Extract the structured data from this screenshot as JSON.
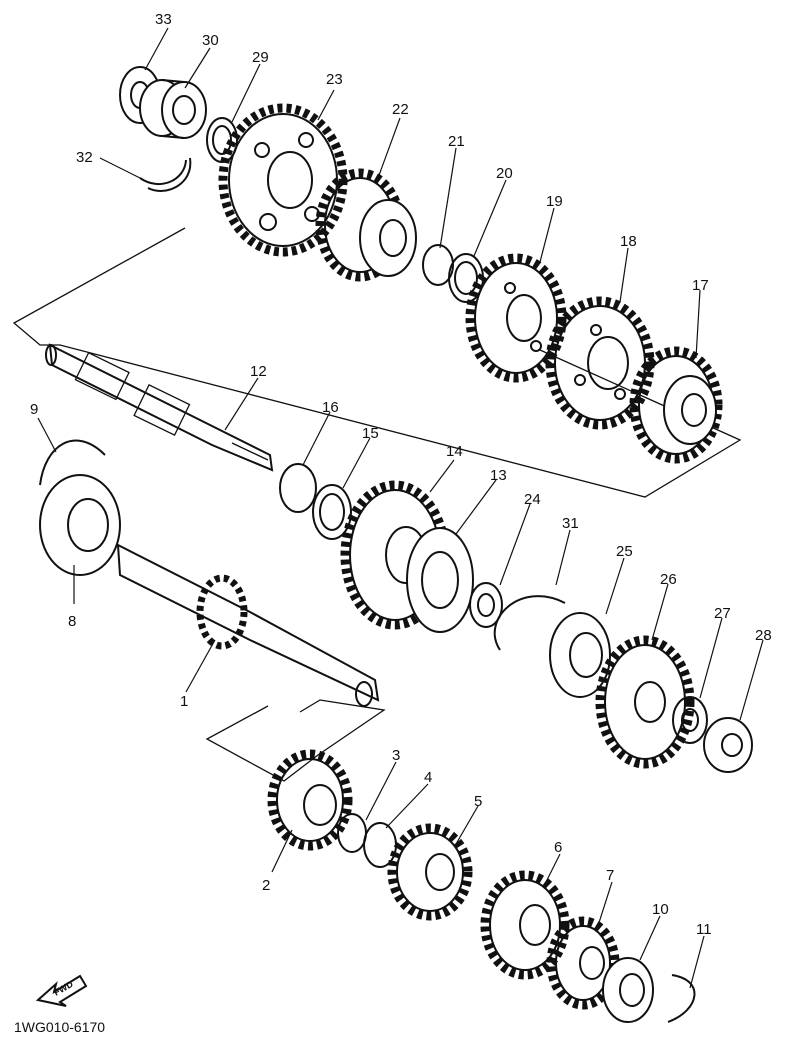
{
  "diagram": {
    "drawing_code": "1WG010-6170",
    "fwd_label": "FWD",
    "callouts": {
      "c1": "1",
      "c2": "2",
      "c3": "3",
      "c4": "4",
      "c5": "5",
      "c6": "6",
      "c7": "7",
      "c8": "8",
      "c9": "9",
      "c10": "10",
      "c11": "11",
      "c12": "12",
      "c13": "13",
      "c14": "14",
      "c15": "15",
      "c16": "16",
      "c17": "17",
      "c18": "18",
      "c19": "19",
      "c20": "20",
      "c21": "21",
      "c22": "22",
      "c23": "23",
      "c24": "24",
      "c25": "25",
      "c26": "26",
      "c27": "27",
      "c28": "28",
      "c29": "29",
      "c30": "30",
      "c31": "31",
      "c32": "32",
      "c33": "33"
    }
  }
}
